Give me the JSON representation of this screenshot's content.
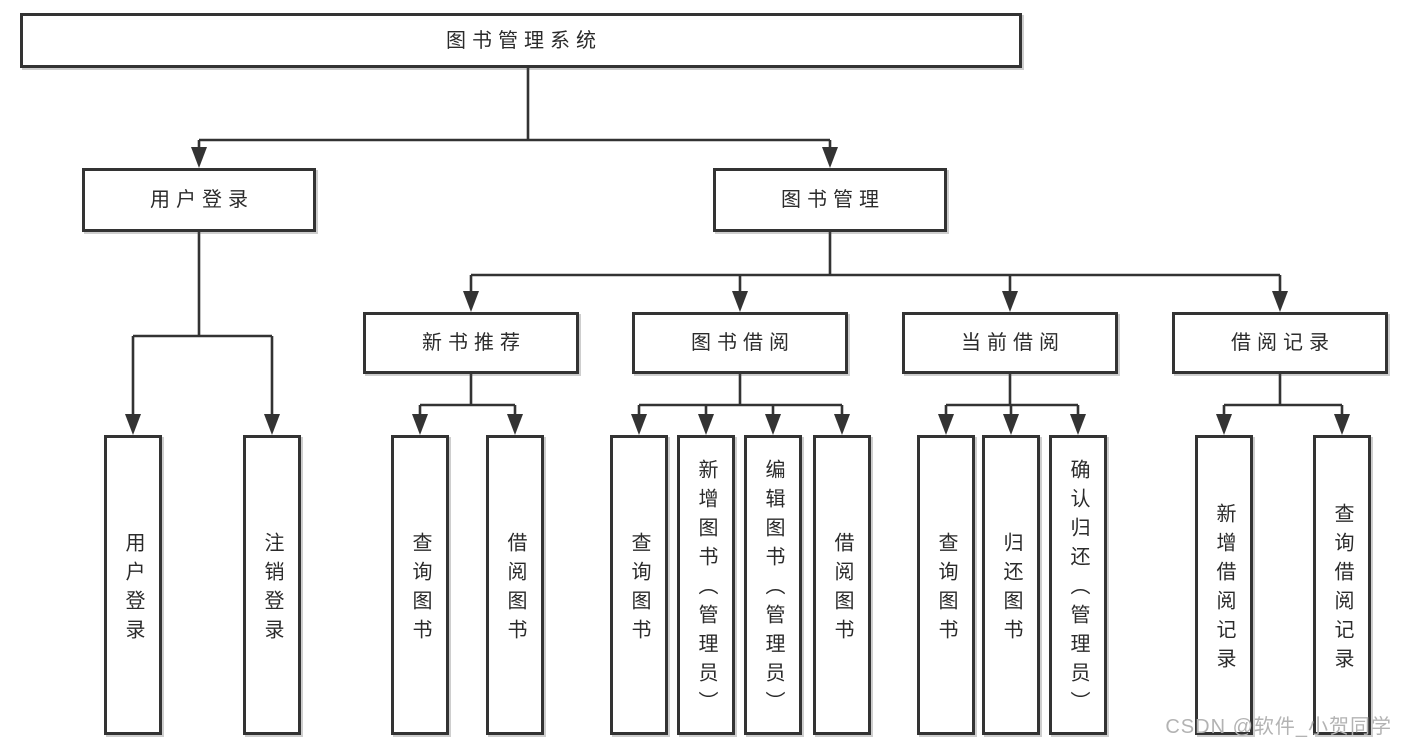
{
  "diagram": {
    "watermark": "CSDN @软件_小贺同学",
    "colors": {
      "line": "#333333",
      "border": "#333333",
      "text": "#2b2b2b",
      "watermark": "#b3b3b3",
      "background": "#ffffff"
    }
  },
  "tree": {
    "root": {
      "label": "图书管理系统"
    },
    "branches": [
      {
        "label": "用户登录",
        "children": [
          {
            "label": "用户登录"
          },
          {
            "label": "注销登录"
          }
        ]
      },
      {
        "label": "图书管理",
        "groups": [
          {
            "label": "新书推荐",
            "children": [
              {
                "label": "查询图书"
              },
              {
                "label": "借阅图书"
              }
            ]
          },
          {
            "label": "图书借阅",
            "children": [
              {
                "label": "查询图书"
              },
              {
                "label": "新增图书（管理员）"
              },
              {
                "label": "编辑图书（管理员）"
              },
              {
                "label": "借阅图书"
              }
            ]
          },
          {
            "label": "当前借阅",
            "children": [
              {
                "label": "查询图书"
              },
              {
                "label": "归还图书"
              },
              {
                "label": "确认归还（管理员）"
              }
            ]
          },
          {
            "label": "借阅记录",
            "children": [
              {
                "label": "新增借阅记录"
              },
              {
                "label": "查询借阅记录"
              }
            ]
          }
        ]
      }
    ]
  }
}
